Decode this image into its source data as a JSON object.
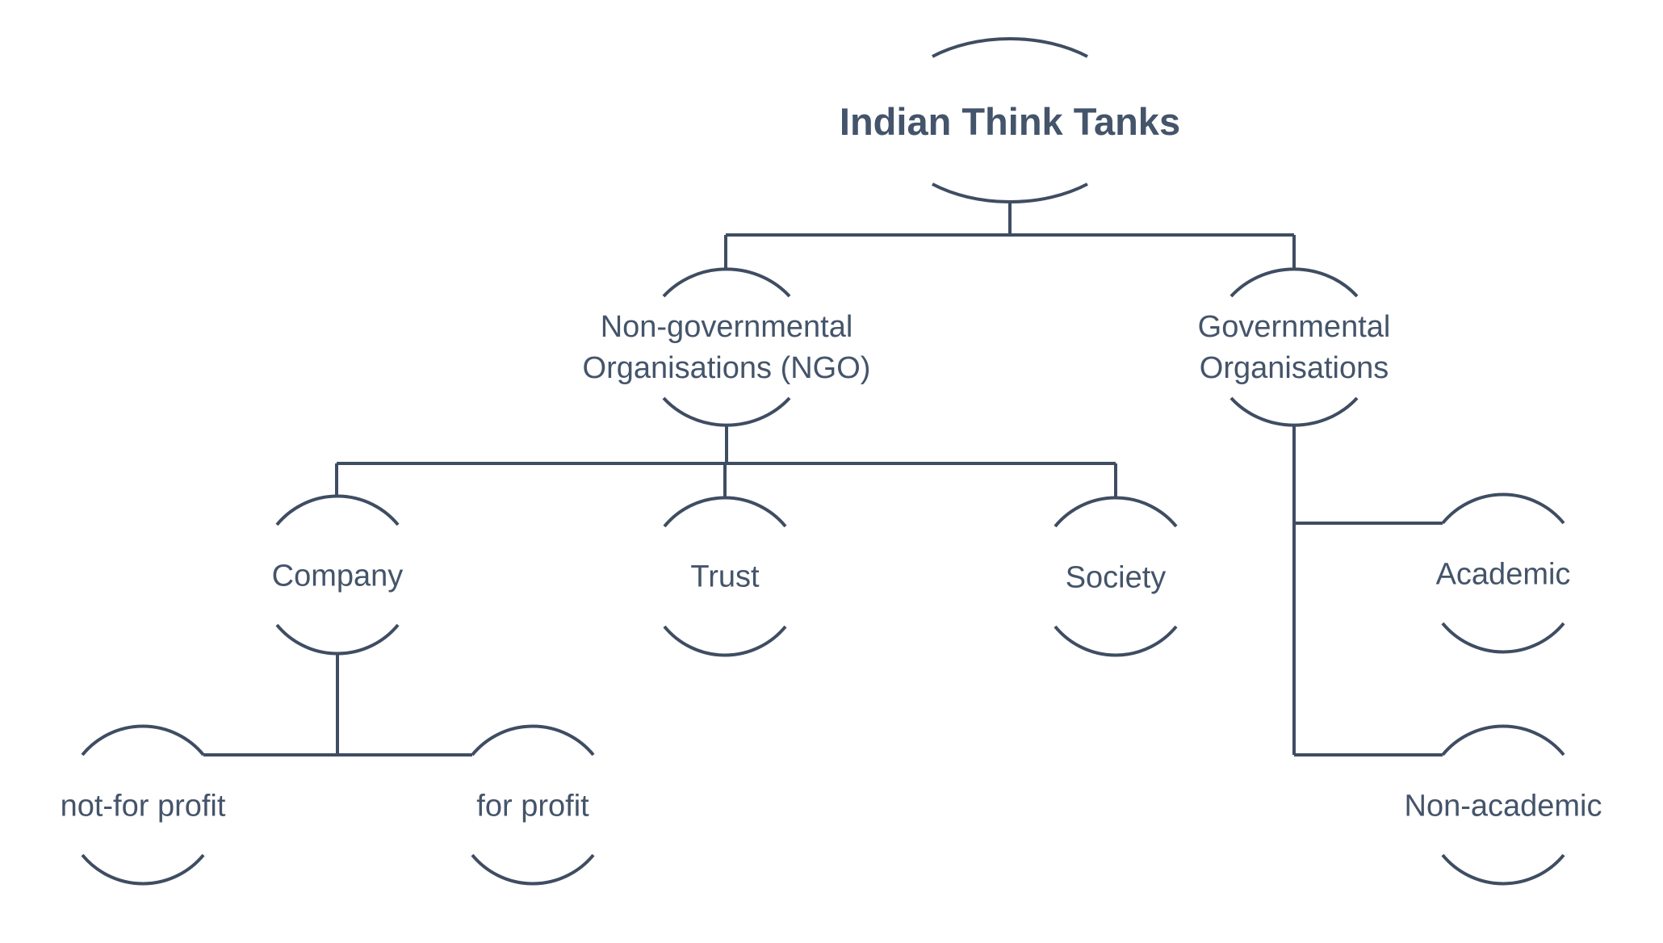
{
  "colors": {
    "line": "#3f4d62",
    "text": "#44546a",
    "background": "#ffffff"
  },
  "diagram": {
    "title": "Indian Think Tanks",
    "nodes": {
      "root": {
        "label": "Indian Think Tanks"
      },
      "ngo": {
        "line1": "Non-governmental",
        "line2": "Organisations (NGO)"
      },
      "gov": {
        "line1": "Governmental",
        "line2": "Organisations"
      },
      "company": {
        "label": "Company"
      },
      "trust": {
        "label": "Trust"
      },
      "society": {
        "label": "Society"
      },
      "academic": {
        "label": "Academic"
      },
      "not_for_profit": {
        "label": "not-for profit"
      },
      "for_profit": {
        "label": "for profit"
      },
      "non_academic": {
        "label": "Non-academic"
      }
    },
    "hierarchy": [
      {
        "parent": "Indian Think Tanks",
        "children": [
          "Non-governmental Organisations (NGO)",
          "Governmental Organisations"
        ]
      },
      {
        "parent": "Non-governmental Organisations (NGO)",
        "children": [
          "Company",
          "Trust",
          "Society"
        ]
      },
      {
        "parent": "Company",
        "children": [
          "not-for profit",
          "for profit"
        ]
      },
      {
        "parent": "Governmental Organisations",
        "children": [
          "Academic",
          "Non-academic"
        ]
      }
    ]
  }
}
